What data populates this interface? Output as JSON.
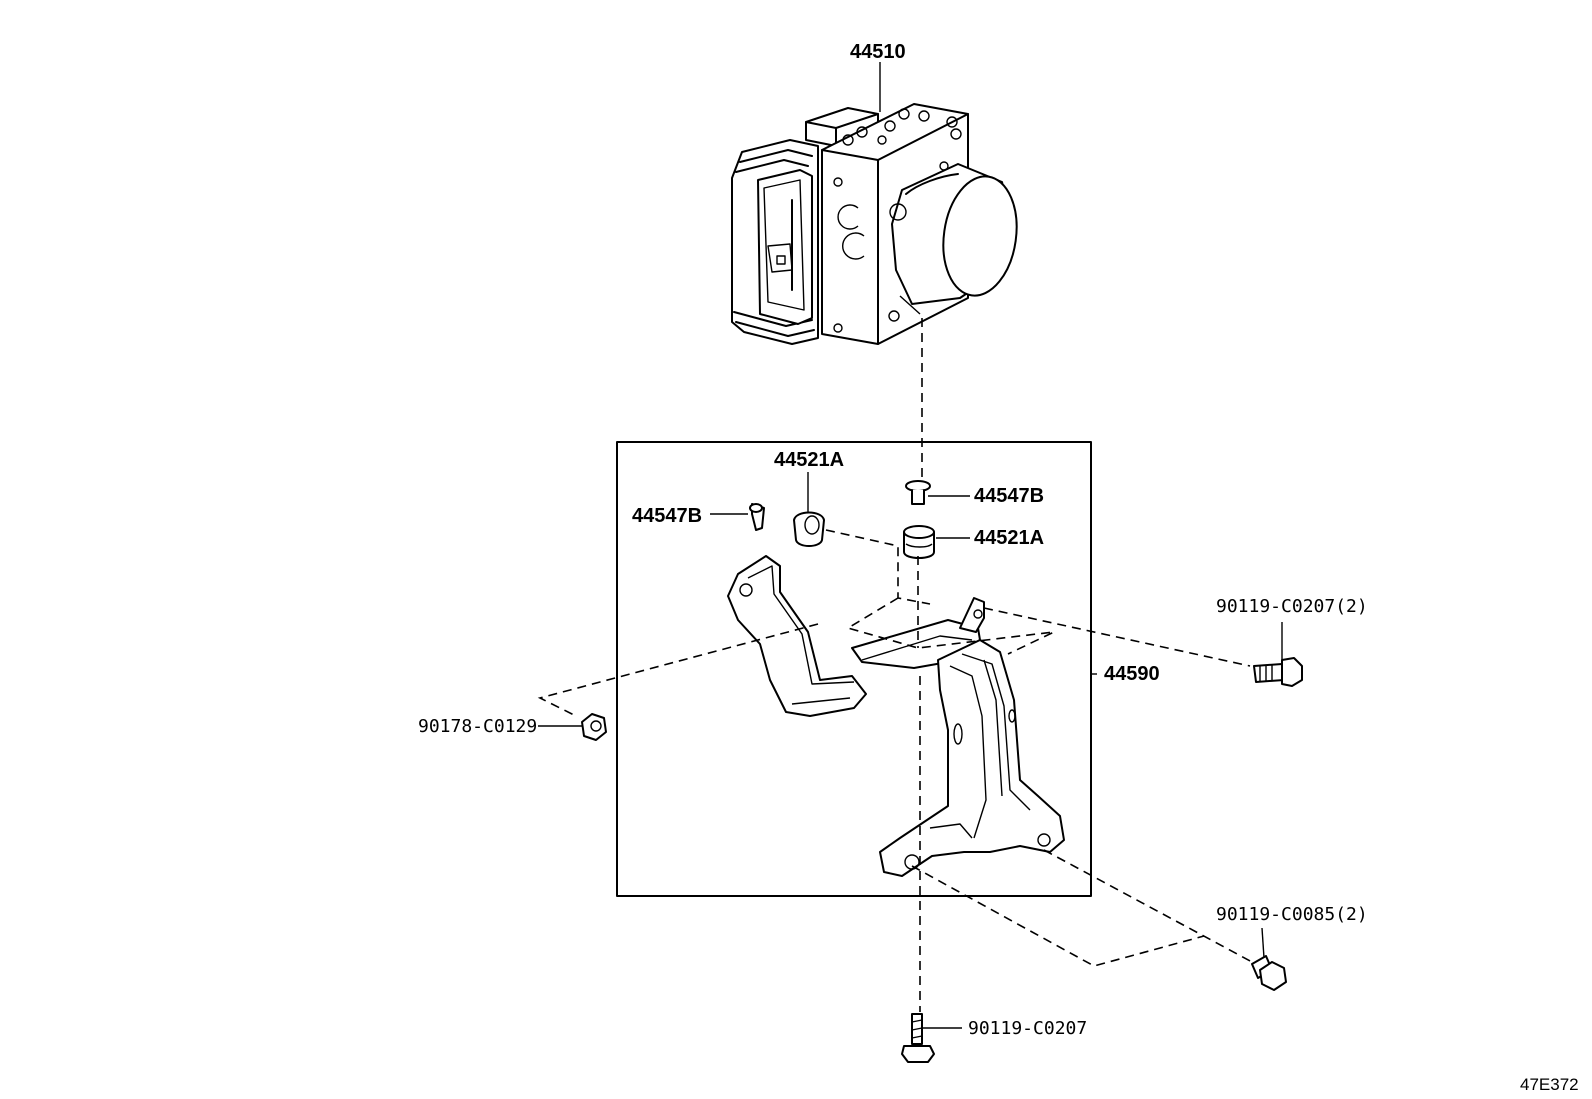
{
  "diagram": {
    "ref_code": "47E372",
    "parts": {
      "actuator": {
        "number": "44510"
      },
      "bracket": {
        "number": "44590"
      },
      "cushion_left": {
        "number": "44521A"
      },
      "cushion_right": {
        "number": "44521A"
      },
      "collar_left": {
        "number": "44547B"
      },
      "collar_right": {
        "number": "44547B"
      },
      "bolt_upper_right": {
        "number": "90119-C0207(2)"
      },
      "nut_left": {
        "number": "90178-C0129"
      },
      "bolt_lower_right": {
        "number": "90119-C0085(2)"
      },
      "bolt_bottom": {
        "number": "90119-C0207"
      }
    }
  }
}
